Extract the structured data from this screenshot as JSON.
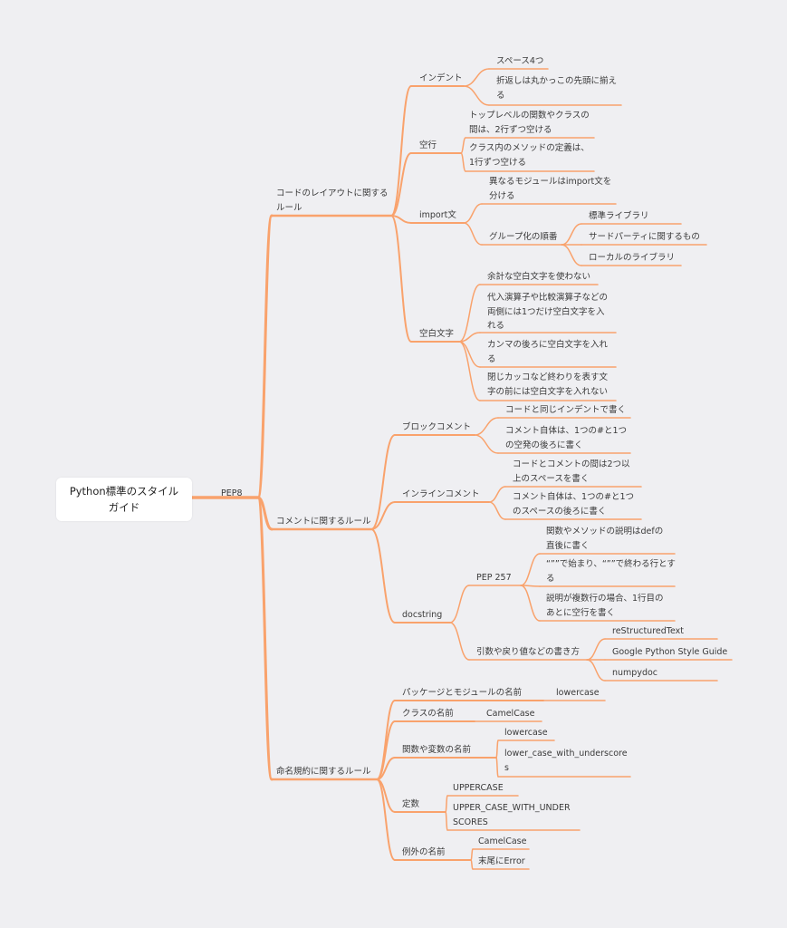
{
  "mindmap": {
    "root": "Python標準のスタイルガイド",
    "pep8": "PEP8",
    "layout": {
      "title": [
        "コードのレイアウトに関する",
        "ルール"
      ],
      "indent": {
        "label": "インデント",
        "items": [
          [
            "スペース4つ"
          ],
          [
            "折返しは丸かっこの先頭に揃え",
            "る"
          ]
        ]
      },
      "blank": {
        "label": "空行",
        "items": [
          [
            "トップレベルの関数やクラスの",
            "間は、2行ずつ空ける"
          ],
          [
            "クラス内のメソッドの定義は、",
            "1行ずつ空ける"
          ]
        ]
      },
      "import": {
        "label": "import文",
        "item1": [
          "異なるモジュールはimport文を",
          "分ける"
        ],
        "group_label": "グループ化の順番",
        "groups": [
          "標準ライブラリ",
          "サードパーティに関するもの",
          "ローカルのライブラリ"
        ]
      },
      "whitespace": {
        "label": "空白文字",
        "items": [
          [
            "余計な空白文字を使わない"
          ],
          [
            "代入演算子や比較演算子などの",
            "両側には1つだけ空白文字を入",
            "れる"
          ],
          [
            "カンマの後ろに空白文字を入れ",
            "る"
          ],
          [
            "閉じカッコなど終わりを表す文",
            "字の前には空白文字を入れない"
          ]
        ]
      }
    },
    "comments": {
      "title": "コメントに関するルール",
      "block": {
        "label": "ブロックコメント",
        "items": [
          [
            "コードと同じインデントで書く"
          ],
          [
            "コメント自体は、1つの#と1つ",
            "の空発の後ろに書く"
          ]
        ]
      },
      "inline": {
        "label": "インラインコメント",
        "items": [
          [
            "コードとコメントの間は2つ以",
            "上のスペースを書く"
          ],
          [
            "コメント自体は、1つの#と1つ",
            "のスペースの後ろに書く"
          ]
        ]
      },
      "docstring": {
        "label": "docstring",
        "pep257": {
          "label": "PEP 257",
          "items": [
            [
              "関数やメソッドの説明はdefの",
              "直後に書く"
            ],
            [
              "“””で始まり、“””で終わる行とす",
              "る"
            ],
            [
              "説明が複数行の場合、1行目の",
              "あとに空行を書く"
            ]
          ]
        },
        "styles": {
          "label": "引数や戻り値などの書き方",
          "items": [
            "reStructuredText",
            "Google Python Style Guide",
            "numpydoc"
          ]
        }
      }
    },
    "naming": {
      "title": "命名規約に関するルール",
      "package": {
        "label": "パッケージとモジュールの名前",
        "value": "lowercase"
      },
      "class": {
        "label": "クラスの名前",
        "value": "CamelCase"
      },
      "func": {
        "label": "関数や変数の名前",
        "items": [
          [
            "lowercase"
          ],
          [
            "lower_case_with_underscore",
            "s"
          ]
        ]
      },
      "const": {
        "label": "定数",
        "items": [
          [
            "UPPERCASE"
          ],
          [
            "UPPER_CASE_WITH_UNDER",
            "SCORES"
          ]
        ]
      },
      "exception": {
        "label": "例外の名前",
        "items": [
          "CamelCase",
          "末尾にError"
        ]
      }
    }
  },
  "colors": {
    "line": "#f9a26c",
    "background": "#efeff2",
    "text": "#3a3a3a",
    "root_box": "#ffffff"
  }
}
